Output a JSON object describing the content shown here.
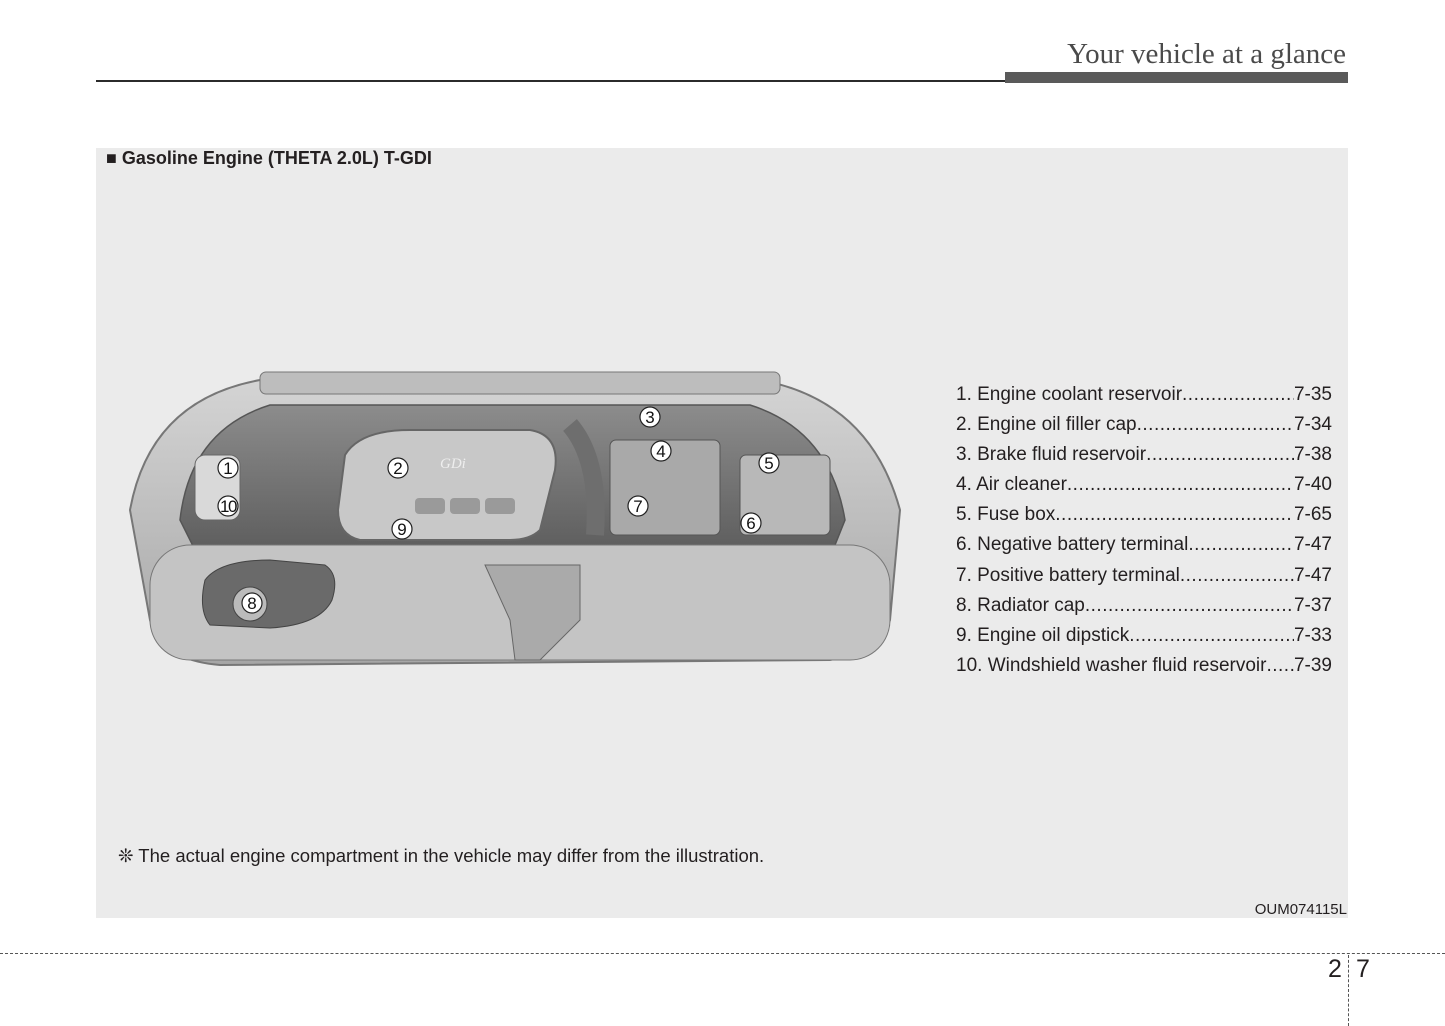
{
  "header": {
    "title": "Your vehicle at a glance"
  },
  "section": {
    "title": "■ Gasoline Engine (THETA 2.0L) T-GDI"
  },
  "illustration": {
    "callouts": [
      "1",
      "2",
      "3",
      "4",
      "5",
      "6",
      "7",
      "8",
      "9",
      "10"
    ],
    "badge_text": "GDi"
  },
  "legend": [
    {
      "label": "1. Engine coolant reservoir",
      "page": "7-35"
    },
    {
      "label": "2. Engine oil filler cap ",
      "page": "7-34"
    },
    {
      "label": "3. Brake fluid reservoir",
      "page": "7-38"
    },
    {
      "label": "4. Air cleaner",
      "page": "7-40"
    },
    {
      "label": "5. Fuse box ",
      "page": "7-65"
    },
    {
      "label": "6. Negative battery terminal",
      "page": "7-47"
    },
    {
      "label": "7. Positive battery terminal ",
      "page": "7-47"
    },
    {
      "label": "8. Radiator cap ",
      "page": "7-37"
    },
    {
      "label": "9. Engine oil dipstick ",
      "page": "7-33"
    },
    {
      "label": "10. Windshield washer fluid reservoir ",
      "page": "7-39"
    }
  ],
  "note": "❊ The actual engine compartment in the vehicle may differ from the illustration.",
  "figure_code": "OUM074115L",
  "footer": {
    "page_chapter": "2",
    "page_number": "7"
  }
}
